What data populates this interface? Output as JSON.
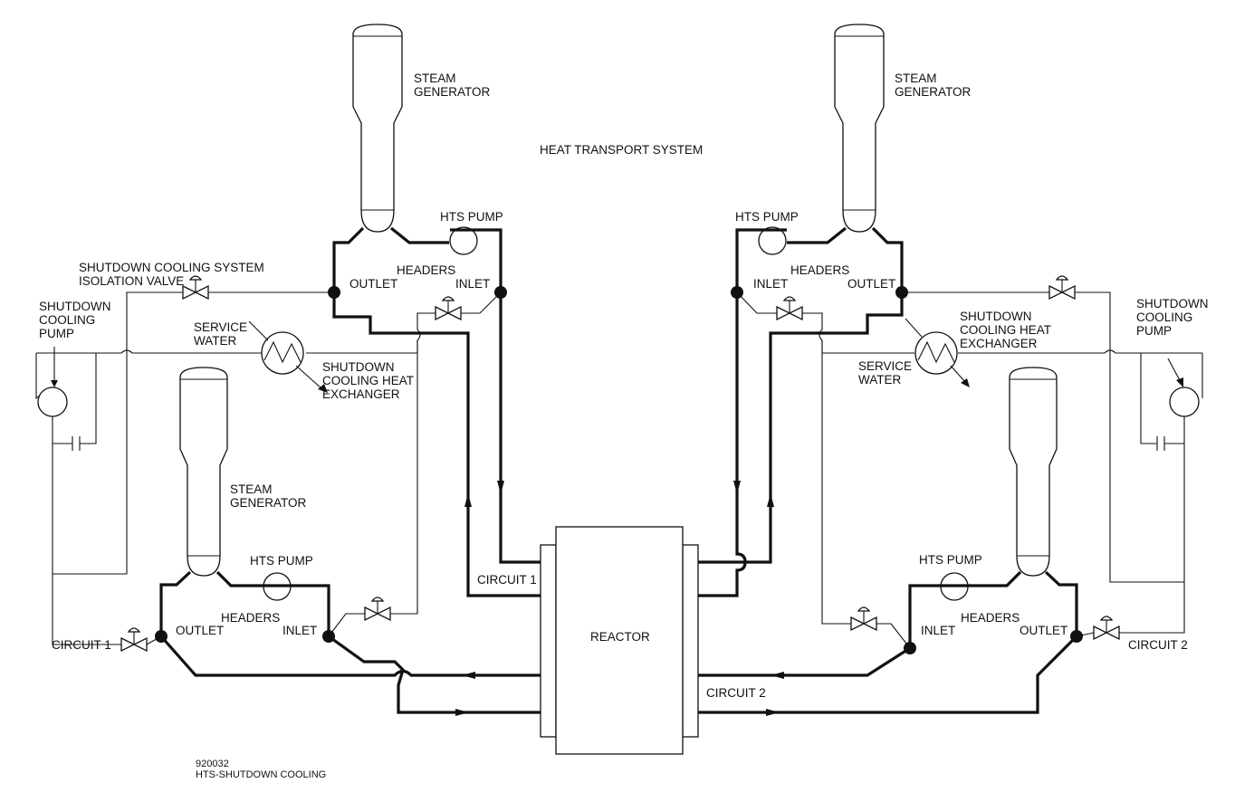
{
  "title": "HEAT TRANSPORT SYSTEM",
  "labels": {
    "steam_generator_l1": "STEAM",
    "steam_generator_l2": "GENERATOR",
    "hts_pump": "HTS PUMP",
    "headers": "HEADERS",
    "outlet": "OUTLET",
    "inlet": "INLET",
    "sdc_isolation_valve_l1": "SHUTDOWN COOLING SYSTEM",
    "sdc_isolation_valve_l2": "ISOLATION VALVE",
    "sdc_pump_l1": "SHUTDOWN",
    "sdc_pump_l2": "COOLING",
    "sdc_pump_l3": "PUMP",
    "service_water_l1": "SERVICE",
    "service_water_l2": "WATER",
    "sdc_hx_l1": "SHUTDOWN",
    "sdc_hx_l2": "COOLING HEAT",
    "sdc_hx_l3": "EXCHANGER",
    "circuit_1": "CIRCUIT 1",
    "circuit_2": "CIRCUIT 2",
    "reactor": "REACTOR"
  },
  "footer": {
    "figure_number": "920032",
    "caption": "HTS-SHUTDOWN COOLING"
  }
}
